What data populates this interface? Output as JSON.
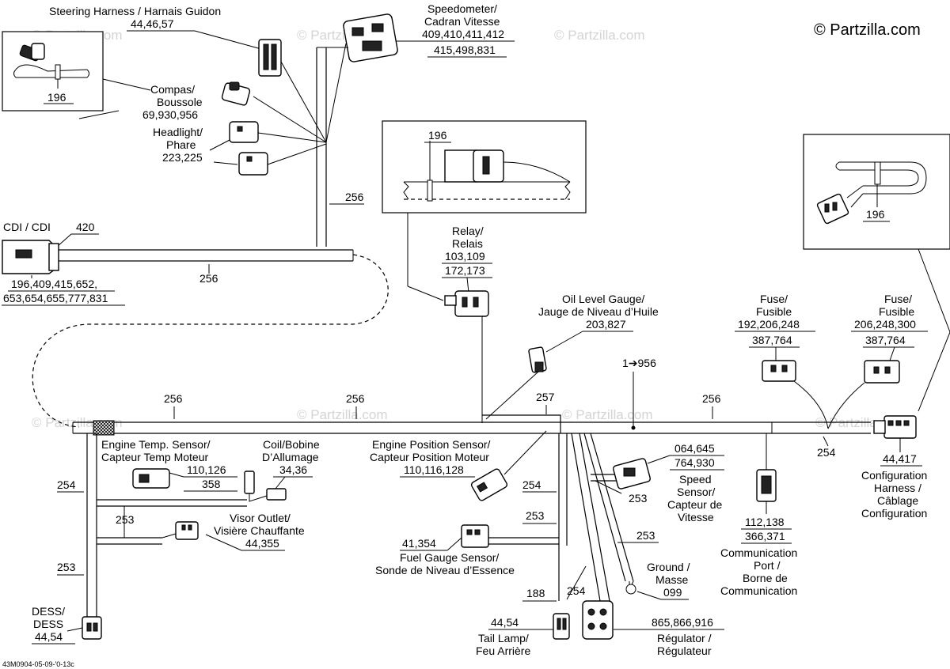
{
  "copyright": "© Partzilla.com",
  "watermark": "© Partzilla.com",
  "figure_ref": "43M0904-05-09-'0-13c",
  "labels": {
    "steering_harness": {
      "name": "Steering Harness / Harnais Guidon",
      "parts": "44,46,57"
    },
    "speedometer": {
      "name1": "Speedometer/",
      "name2": "Cadran Vitesse",
      "parts1": "409,410,411,412",
      "parts2": "415,498,831"
    },
    "compass": {
      "name1": "Compas/",
      "name2": "Boussole",
      "parts": "69,930,956"
    },
    "headlight": {
      "name1": "Headlight/",
      "name2": "Phare",
      "parts": "223,225"
    },
    "inset_top_left": {
      "parts": "196"
    },
    "cdi": {
      "name": "CDI / CDI",
      "part": "420",
      "parts1": "196,409,415,652,",
      "parts2": "653,654,655,777,831"
    },
    "harness_256": "256",
    "harness_254": "254",
    "harness_253": "253",
    "harness_257": "257",
    "inset_middle": {
      "parts": "196"
    },
    "inset_right": {
      "parts": "196"
    },
    "relay": {
      "name1": "Relay/",
      "name2": "Relais",
      "parts1": "103,109",
      "parts2": "172,173"
    },
    "oil_level": {
      "name1": "Oil Level Gauge/",
      "name2": "Jauge de Niveau d’Huile",
      "parts": "203,827"
    },
    "range_956": "1➔956",
    "fuse_left": {
      "name1": "Fuse/",
      "name2": "Fusible",
      "parts1": "192,206,248",
      "parts2": "387,764"
    },
    "fuse_right": {
      "name1": "Fuse/",
      "name2": "Fusible",
      "parts1": "206,248,300",
      "parts2": "387,764"
    },
    "config_harness": {
      "parts": "44,417",
      "name1": "Configuration",
      "name2": "Harness /",
      "name3": "Câblage",
      "name4": "Configuration"
    },
    "engine_temp": {
      "name1": "Engine Temp. Sensor/",
      "name2": "Capteur Temp Moteur",
      "parts1": "110,126",
      "parts2": "358"
    },
    "coil": {
      "name1": "Coil/Bobine",
      "name2": "D’Allumage",
      "parts": "34,36"
    },
    "engine_position": {
      "name1": "Engine Position Sensor/",
      "name2": "Capteur Position Moteur",
      "parts": "110,116,128"
    },
    "speed_sensor": {
      "parts1": "064,645",
      "parts2": "764,930",
      "name1": "Speed",
      "name2": "Sensor/",
      "name3": "Capteur de",
      "name4": "Vitesse"
    },
    "communication_port": {
      "parts1": "112,138",
      "parts2": "366,371",
      "name1": "Communication",
      "name2": "Port /",
      "name3": "Borne de",
      "name4": "Communication"
    },
    "visor_outlet": {
      "name1": "Visor Outlet/",
      "name2": "Visière Chauffante",
      "parts": "44,355"
    },
    "fuel_gauge": {
      "parts": "41,354",
      "name1": "Fuel Gauge Sensor/",
      "name2": "Sonde de Niveau d’Essence"
    },
    "ground": {
      "name1": "Ground /",
      "name2": "Masse",
      "parts": "099"
    },
    "dess": {
      "name1": "DESS/",
      "name2": "DESS",
      "parts": "44,54"
    },
    "tail_lamp": {
      "parts": "44,54",
      "name1": "Tail Lamp/",
      "name2": "Feu Arrière"
    },
    "regulator": {
      "parts": "865,866,916",
      "name1": "Régulator /",
      "name2": "Régulateur"
    },
    "wire_188": "188"
  }
}
